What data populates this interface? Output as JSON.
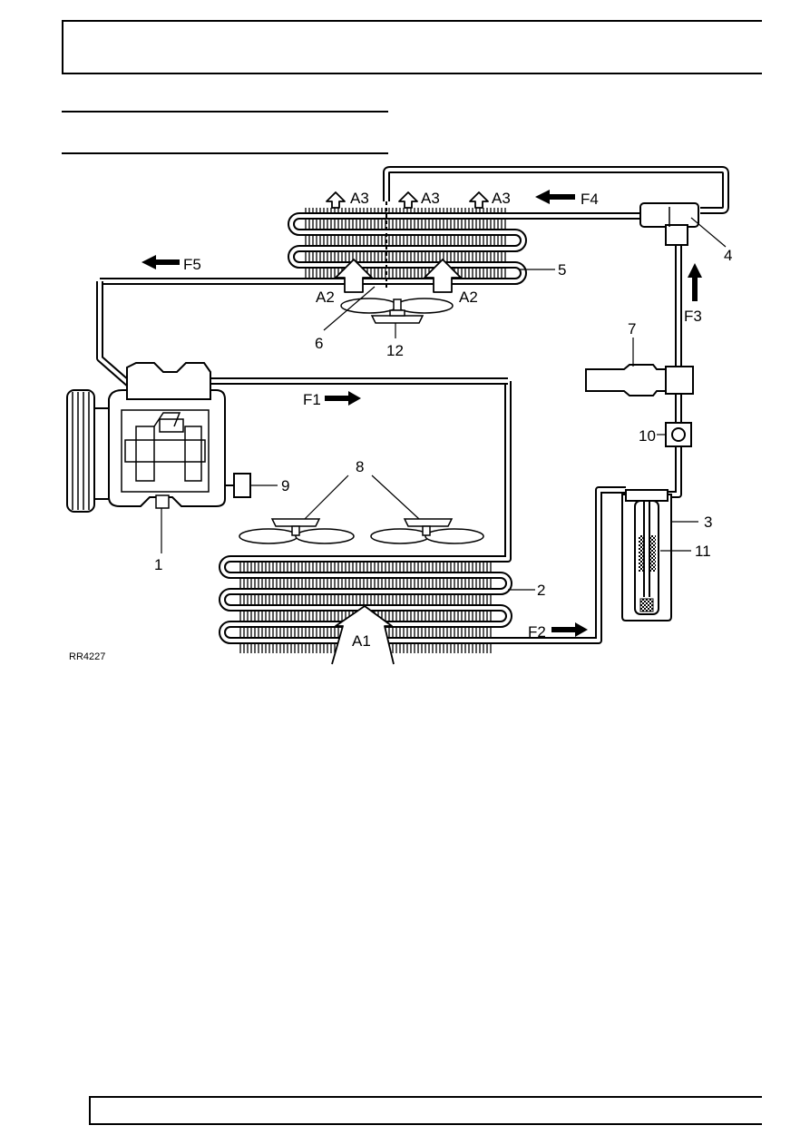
{
  "figure": {
    "ref": "RR4227",
    "callouts": [
      "1",
      "2",
      "3",
      "4",
      "5",
      "6",
      "7",
      "8",
      "9",
      "10",
      "11",
      "12"
    ],
    "air_flows": [
      "A1",
      "A2",
      "A2",
      "A3",
      "A3",
      "A3"
    ],
    "refrigerant_flows": [
      "F1",
      "F2",
      "F3",
      "F4",
      "F5"
    ]
  }
}
